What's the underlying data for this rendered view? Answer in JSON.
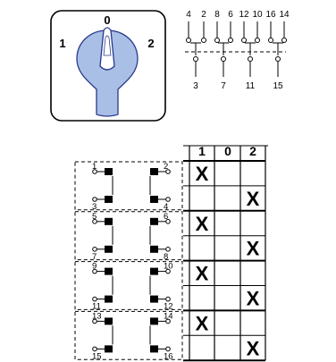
{
  "switch": {
    "positions": [
      "1",
      "0",
      "2"
    ],
    "knob_fill": "#a9bfe6",
    "knob_stroke": "#2a3a8c"
  },
  "terminal_schematic": {
    "top_labels": [
      "4",
      "2",
      "8",
      "6",
      "12",
      "10",
      "16",
      "14"
    ],
    "bottom_labels": [
      "3",
      "7",
      "11",
      "15"
    ]
  },
  "contact_diagram": {
    "columns": [
      "1",
      "0",
      "2"
    ],
    "decks": [
      {
        "upper_left": "1",
        "upper_right": "2",
        "lower_left": "3",
        "lower_right": "4"
      },
      {
        "upper_left": "5",
        "upper_right": "6",
        "lower_left": "7",
        "lower_right": "8"
      },
      {
        "upper_left": "9",
        "upper_right": "10",
        "lower_left": "11",
        "lower_right": "12"
      },
      {
        "upper_left": "13",
        "upper_right": "14",
        "lower_left": "15",
        "lower_right": "16"
      }
    ],
    "closed_mark": "X",
    "rows": [
      [
        "X",
        "",
        ""
      ],
      [
        "",
        "",
        "X"
      ],
      [
        "X",
        "",
        ""
      ],
      [
        "",
        "",
        "X"
      ],
      [
        "X",
        "",
        ""
      ],
      [
        "",
        "",
        "X"
      ],
      [
        "X",
        "",
        ""
      ],
      [
        "",
        "",
        "X"
      ]
    ]
  }
}
